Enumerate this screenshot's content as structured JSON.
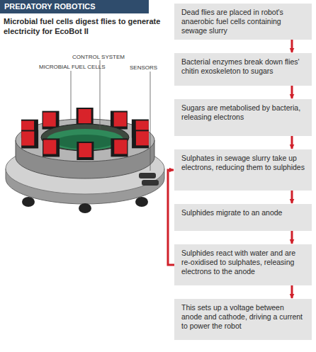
{
  "diagram": {
    "title": "Microbial fuel cells digest flies to generate electricity for EcoBot II",
    "nodes": [
      {
        "text": [
          "PREDATORY ROBOTICS"
        ]
      },
      {
        "text": [
          "Dead flies are placed in robot's anaerobic fuel cells containing sewage slurry"
        ]
      },
      {
        "text": [
          "Bacterial enzymes break down flies' chitin exoskeleton to sugars"
        ]
      },
      {
        "text": [
          "Sugars are metabolised by bacteria, releasing electrons"
        ]
      },
      {
        "text": [
          "Sulphates in sewage slurry take up electrons, reducing them to sulphides"
        ]
      },
      {
        "text": [
          "Sulphides migrate to an anode"
        ]
      },
      {
        "text": [
          "Sulphides react with water and are re-oxidised to sulphates, releasing electrons to the anode"
        ]
      },
      {
        "text": [
          "This sets up a voltage between anode and cathode, driving a current to power the robot"
        ]
      }
    ],
    "edges": [
      {
        "from": 1,
        "to": 2,
        "arrow": "to"
      },
      {
        "from": 2,
        "to": 3,
        "arrow": "to"
      },
      {
        "from": 3,
        "to": 4,
        "arrow": "to"
      },
      {
        "from": 4,
        "to": 5,
        "arrow": "to"
      },
      {
        "from": 5,
        "to": 6,
        "arrow": "to"
      },
      {
        "from": 6,
        "to": 7,
        "arrow": "to"
      },
      {
        "from": 6,
        "to": 4,
        "arrow": "to"
      }
    ],
    "labels": [
      "MICROBIAL FUEL CELLS",
      "CONTROL SYSTEM",
      "SENSORS"
    ]
  }
}
